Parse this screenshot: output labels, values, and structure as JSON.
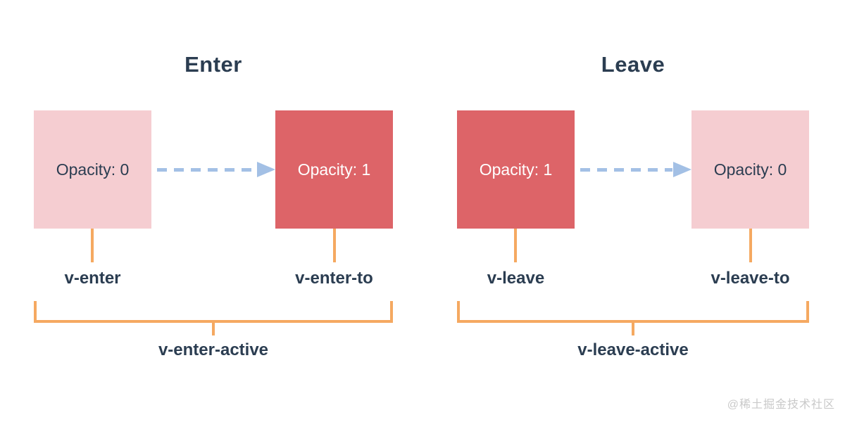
{
  "colors": {
    "background": "#ffffff",
    "text_dark": "#2b3d51",
    "box_light_pink": "#f5cdd1",
    "box_solid_red": "#dd6468",
    "box_text_on_solid": "#ffffff",
    "arrow_blue": "#a3c0e5",
    "connector_orange": "#f5a961",
    "watermark_gray": "#c9c9c9"
  },
  "sections": [
    {
      "title": "Enter",
      "start_box": {
        "label": "Opacity: 0"
      },
      "end_box": {
        "label": "Opacity: 1"
      },
      "start_class_label": "v-enter",
      "end_class_label": "v-enter-to",
      "active_class_label": "v-enter-active"
    },
    {
      "title": "Leave",
      "start_box": {
        "label": "Opacity: 1"
      },
      "end_box": {
        "label": "Opacity: 0"
      },
      "start_class_label": "v-leave",
      "end_class_label": "v-leave-to",
      "active_class_label": "v-leave-active"
    }
  ],
  "watermark": "@稀土掘金技术社区"
}
